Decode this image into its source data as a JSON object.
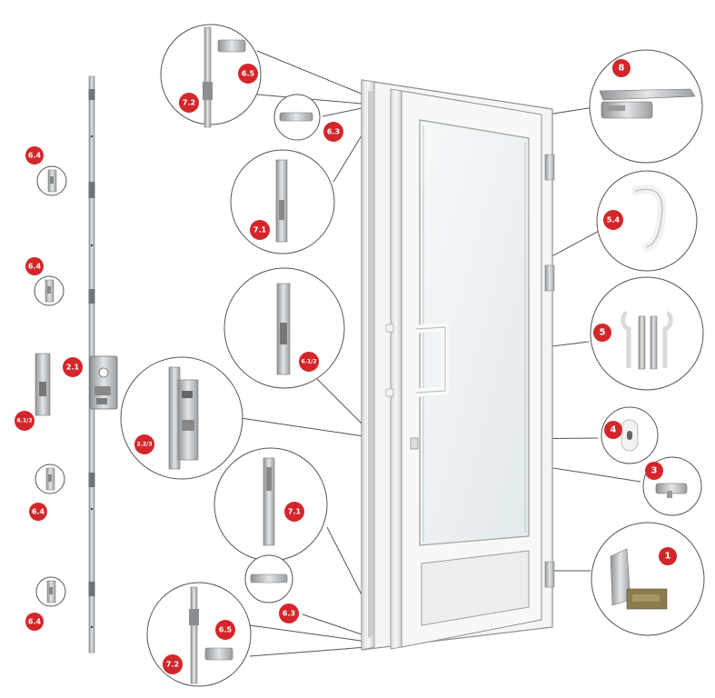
{
  "colors": {
    "badge": "#d3262b",
    "badge_text": "#ffffff",
    "leader_line": "#555555",
    "circle_stroke": "#555555",
    "frame": "#eef0ee",
    "frame_edge": "#9a9e9a",
    "glass": "#eef3f5",
    "metal": "#b9bcbf",
    "brass": "#9a8a55"
  },
  "badges": {
    "b1": "1",
    "b21": "2.1",
    "b223": "2.2/3",
    "b3": "3",
    "b4": "4",
    "b5": "5",
    "b54": "5.4",
    "b612a": "6.1/2",
    "b612b": "6.1/2",
    "b63a": "6.3",
    "b63b": "6.3",
    "b64a": "6.4",
    "b64b": "6.4",
    "b64c": "6.4",
    "b64d": "6.4",
    "b65a": "6.5",
    "b65b": "6.5",
    "b71a": "7.1",
    "b71b": "7.1",
    "b72a": "7.2",
    "b72b": "7.2",
    "b8": "8"
  }
}
